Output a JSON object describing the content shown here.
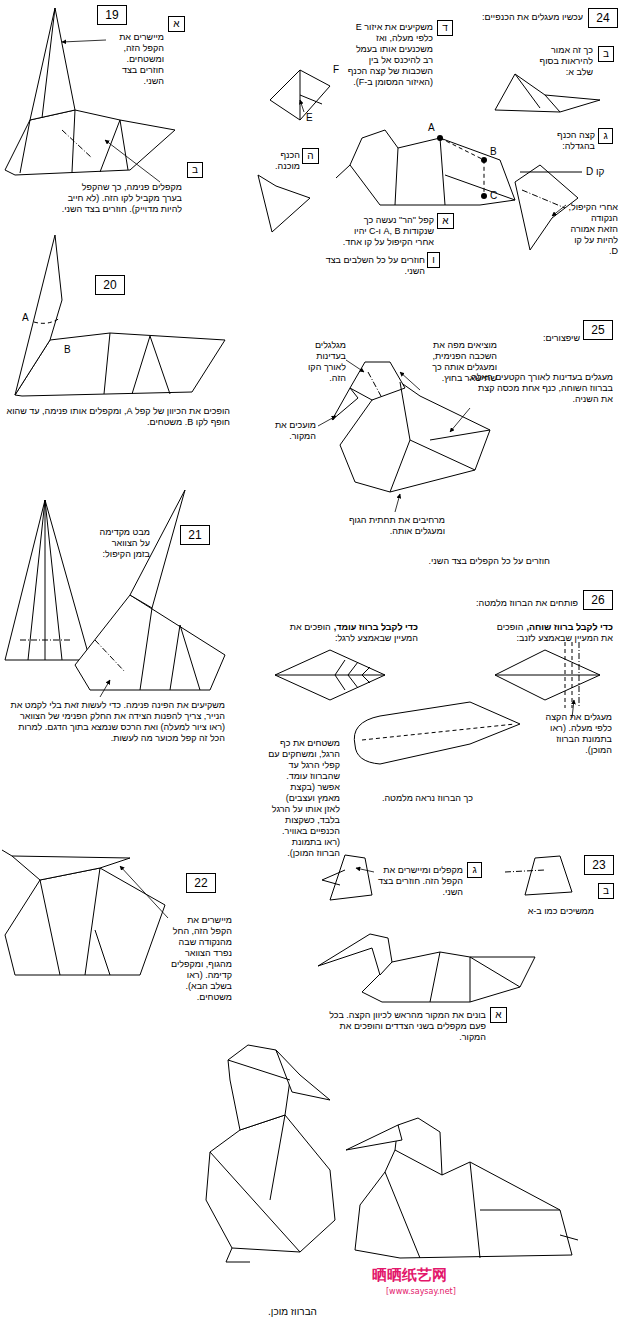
{
  "diagram": {
    "caption": "הברווז מוכן.",
    "nodes": [
      {
        "text": [
          "19"
        ]
      },
      {
        "text": [
          "א"
        ]
      },
      {
        "text": [
          "ב"
        ]
      },
      {
        "text": [
          "20"
        ]
      },
      {
        "text": [
          "21"
        ]
      },
      {
        "text": [
          "22"
        ]
      },
      {
        "text": [
          "24"
        ]
      },
      {
        "text": [
          "ב"
        ]
      },
      {
        "text": [
          "ד"
        ]
      },
      {
        "text": [
          "ה"
        ]
      },
      {
        "text": [
          "א"
        ]
      },
      {
        "text": [
          "ג"
        ]
      },
      {
        "text": [
          "ו"
        ]
      },
      {
        "text": [
          "25"
        ]
      },
      {
        "text": [
          "26"
        ]
      },
      {
        "text": [
          "ג"
        ]
      },
      {
        "text": [
          "23"
        ]
      },
      {
        "text": [
          "ב"
        ]
      },
      {
        "text": [
          "א"
        ]
      }
    ],
    "labels": [
      "מיישרים את הקפל הזה, ומשטחים. חוזרים בצד השני.",
      "מקפלים פנימה, כך שהקפל בערך מקביל לקו הזה. (לא חייב להיות מדוייק). חוזרים בצד השני.",
      "A",
      "B",
      "הופכים את הכיוון של קפל A, ומקפלים אותו פנימה, עד שהוא חופף לקו B. משטחים.",
      "מבט מקדימה על הצוואר בזמן הקיפול:",
      "משקיעים את הפינה פנימה. כדי לעשות זאת בלי לקמט את הנייר, צריך להפנות הצידה את החלק הפנימי של הצוואר (ראו ציור למעלה) ואת הרכס שנמצא בתוך הדגם. למרות הכל זה קפל מכוער מה לעשות.",
      "מיישרים את הקפל הזה, החל מהנקודה שבה נפרד הצוואר מהגוף, ומקפלים קדימה. (ראו בשלב הבא). משטחים.",
      "עכשיו מעגלים את הכנפיים:",
      "כך זה אמור להיראות בסוף שלב א:",
      "משקיעים את איזור E כלפי מעלה, ואז משכנעים אותו בעמל רב להיכנס אל בין השכבות של קצה הכנף (האיזור המסומן ב-F).",
      "F",
      "E",
      "הכנף מוכנה.",
      "A",
      "B",
      "C",
      "קפל \"הר\" נעשה כך שנקודות A, B ו-C יהיו אחרי הקיפול על קו אחד.",
      "קצה הכנף בהגדלה:",
      "קו D",
      "אחרי הקיפול, הנקודה הזאת אמורה להיות על קו D.",
      "חוזרים על כל השלבים בצד השני.",
      "שיפצורים:",
      "מגלגלים בעדינות לאורך הקו הזה.",
      "מוציאים מפה את השכבה הפנימית, ומעגלים אותה כך שתישאר בחוץ.",
      "מועכים את המקור.",
      "מעגלים בעדינות לאורך הקטעים האלה. בברווז השוחה, כנף אחת מכסה קצת את השניה.",
      "מרחיבים את תחתית הגוף ומעגלים אותה.",
      "חוזרים על כל הקפלים בצד השני.",
      "פותחים את הברווז מלמטה:",
      "כדי לקבל ברווז שוחה,",
      "הופכים את המעיין שבאמצע לזנב:",
      "כדי לקבל ברווז עומד,",
      "הופכים את המעיין שבאמצע לרגל:",
      "משטחים את כף הרגל, ומשחקים עם קפלי הרגל עד שהברווז עומד. אפשר (בקצת מאמץ ועצבים) לאזן אותו על הרגל בלבד, כשקצות הכנפיים באוויר. (ראו בתמונת הברווז המוכן).",
      "מעגלים את הקצה כלפי מעלה. (ראו בתמונת הברווז המוכן).",
      "כך הברווז נראה מלמטה.",
      "מקפלים ומיישרים את הקפל הזה. חוזרים בצד השני.",
      "ממשיכים כמו ב-א",
      "בונים את המקור מהראש לכיוון הקצה. בכל פעם מקפלים בשני הצדדים והופכים את המקור.",
      "晒晒纸艺网",
      "[www.saysay.net]"
    ]
  }
}
